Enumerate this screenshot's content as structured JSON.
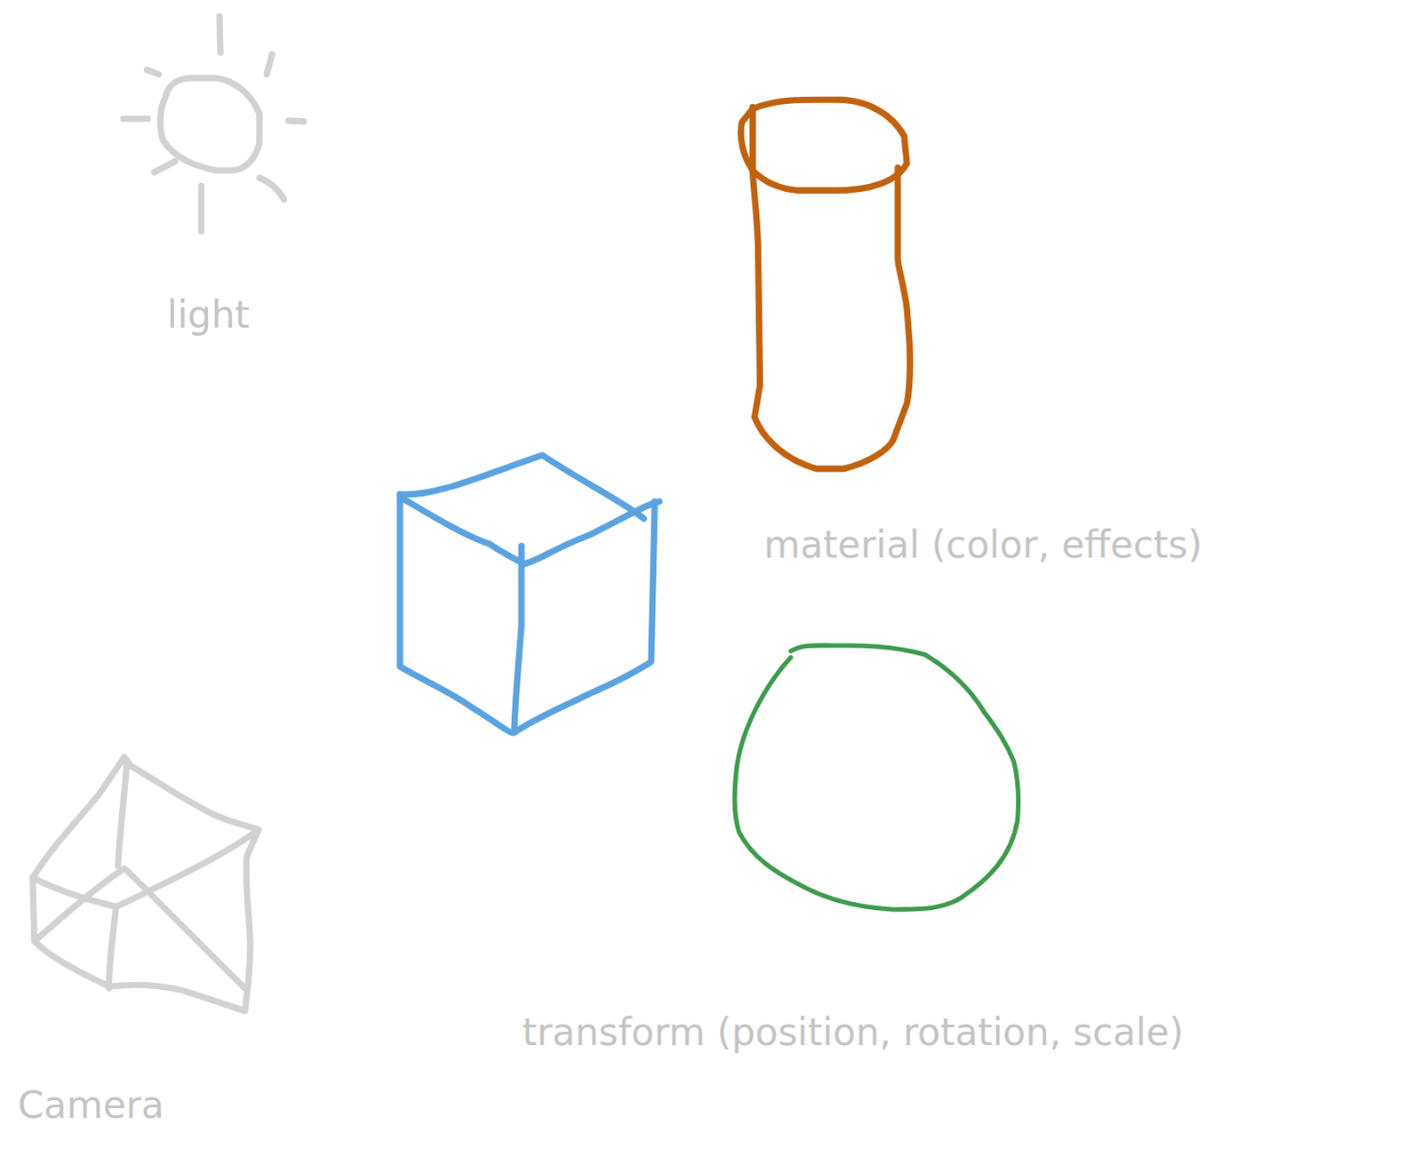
{
  "diagram": {
    "labels": [
      "light",
      "material (color, effects)",
      "transform (position, rotation, scale)",
      "Camera"
    ]
  }
}
